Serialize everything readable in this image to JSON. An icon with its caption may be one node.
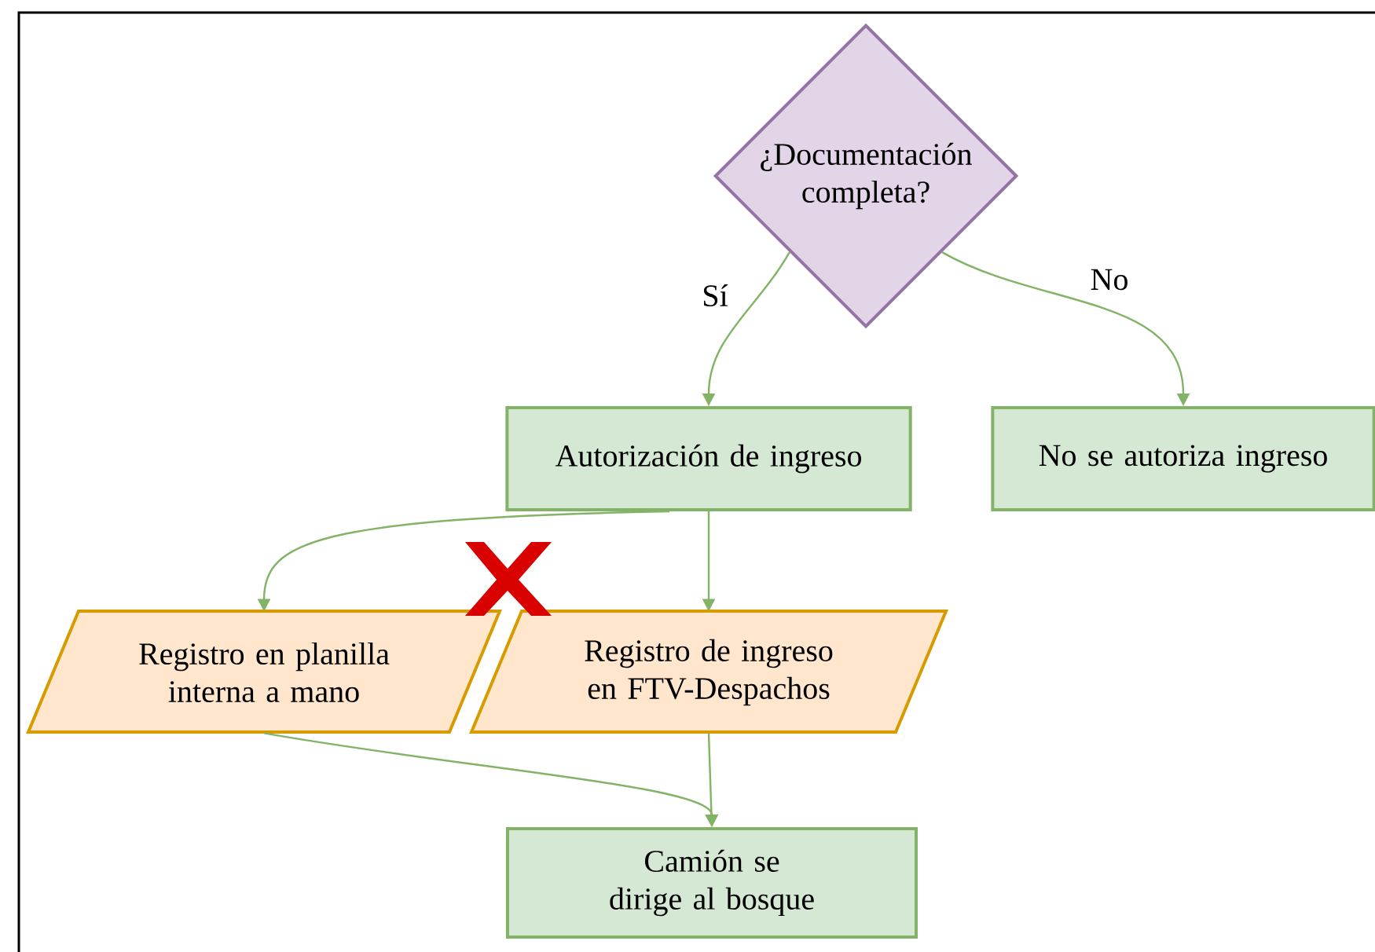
{
  "diagram": {
    "nodes": [
      {
        "text": [
          "¿Documentación completa?"
        ]
      },
      {
        "text": [
          "Autorización de ingreso"
        ]
      },
      {
        "text": [
          "No se autoriza ingreso"
        ]
      },
      {
        "text": [
          "Registro en planilla interna a mano"
        ]
      },
      {
        "text": [
          "Registro de ingreso en FTV-Despachos"
        ]
      },
      {
        "text": [
          "Camión se dirige al bosque"
        ]
      }
    ],
    "edges": [
      {
        "from": 0,
        "to": 1,
        "arrow": "to",
        "label": "Sí"
      },
      {
        "from": 0,
        "to": 2,
        "arrow": "to",
        "label": "No"
      },
      {
        "from": 1,
        "to": 3,
        "arrow": "to"
      },
      {
        "from": 1,
        "to": 4,
        "arrow": "to"
      },
      {
        "from": 3,
        "to": 5,
        "arrow": "to"
      },
      {
        "from": 4,
        "to": 5,
        "arrow": "to"
      }
    ]
  }
}
